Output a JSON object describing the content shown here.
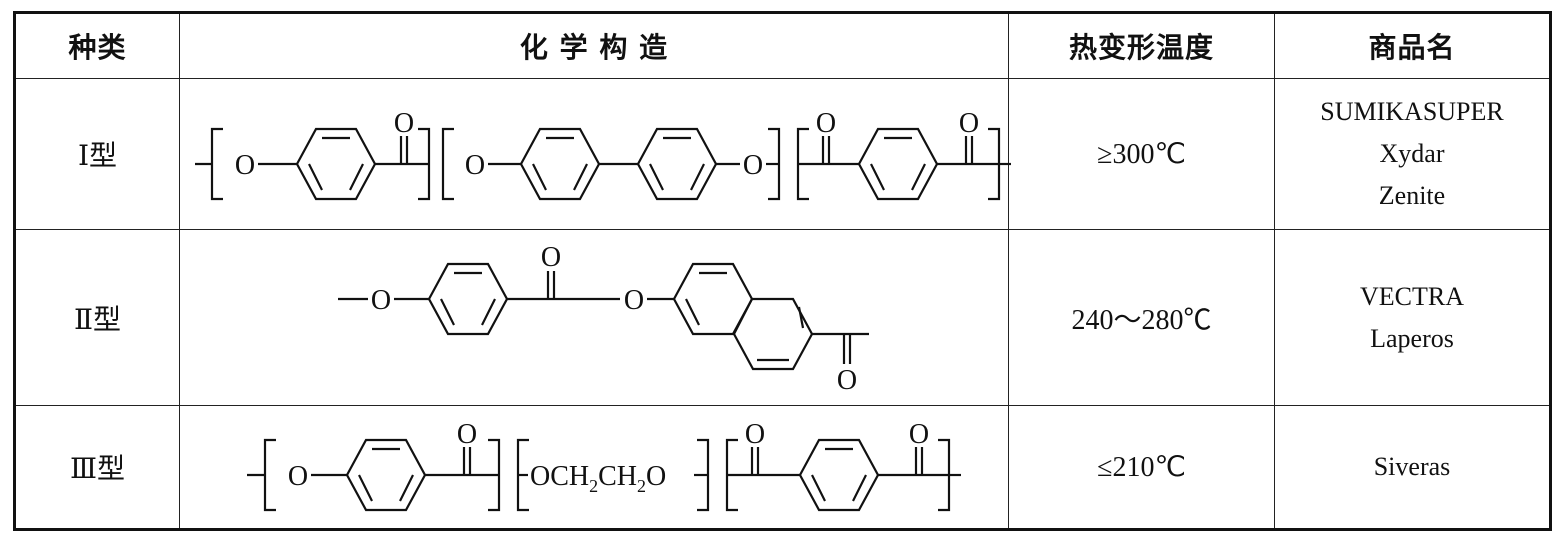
{
  "table": {
    "headers": {
      "kind": "种类",
      "structure": "化 学 构 造",
      "hdt": "热变形温度",
      "trade": "商品名"
    },
    "rows": [
      {
        "kind": "Ⅰ型",
        "hdt": "≥300℃",
        "trade_names": [
          "SUMIKASUPER",
          "Xydar",
          "Zenite"
        ],
        "atoms": {
          "o1": "O",
          "c1": "O",
          "o2": "O",
          "o3": "O",
          "c2": "O",
          "c3": "O"
        }
      },
      {
        "kind": "Ⅱ型",
        "hdt": "240～280℃",
        "trade_names": [
          "VECTRA",
          "Laperos"
        ],
        "atoms": {
          "o1": "O",
          "c1": "O",
          "o2": "O",
          "c2": "O"
        }
      },
      {
        "kind": "Ⅲ型",
        "hdt": "≤210℃",
        "trade_names": [
          "Siveras"
        ],
        "atoms": {
          "o1": "O",
          "c1": "O",
          "glycol": [
            "OCH",
            "2",
            "CH",
            "2",
            "O"
          ],
          "c2": "O",
          "c3": "O"
        }
      }
    ]
  }
}
